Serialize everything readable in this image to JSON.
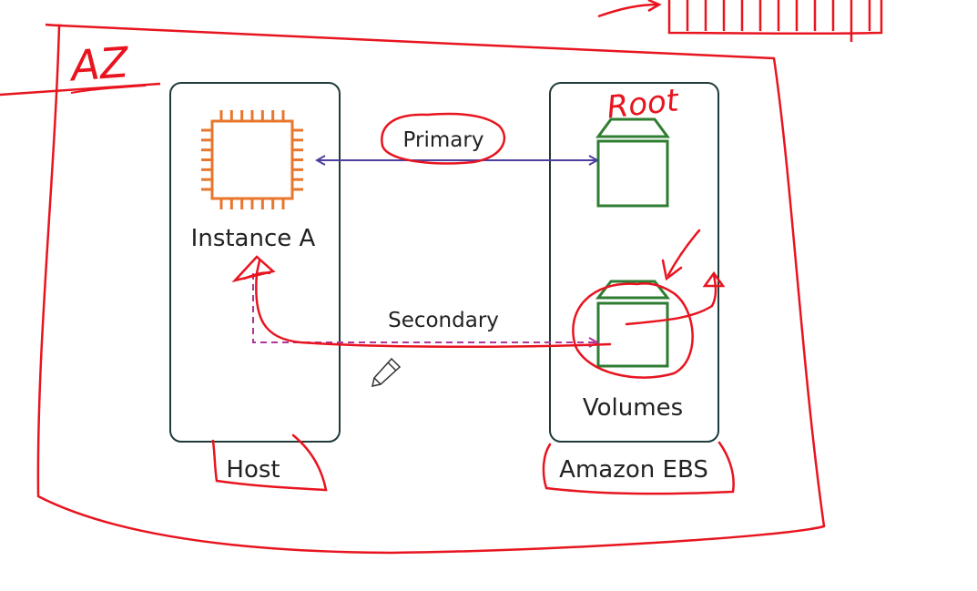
{
  "diagram": {
    "instance_label": "Instance A",
    "host_label": "Host",
    "ebs_label": "Amazon EBS",
    "volumes_label": "Volumes",
    "primary_label": "Primary",
    "secondary_label": "Secondary"
  },
  "annotations": {
    "az_label": "AZ",
    "root_label": "Root"
  },
  "colors": {
    "ink_red": "#e8141f",
    "primary_arrow": "#4b3fa0",
    "secondary_arrow": "#b0359a",
    "ec2_orange": "#e8762c",
    "ebs_green": "#2f7d32",
    "box_border": "#1f3a3a"
  },
  "icons": [
    "ec2-chip-icon",
    "ebs-volume-icon",
    "pencil-icon"
  ]
}
